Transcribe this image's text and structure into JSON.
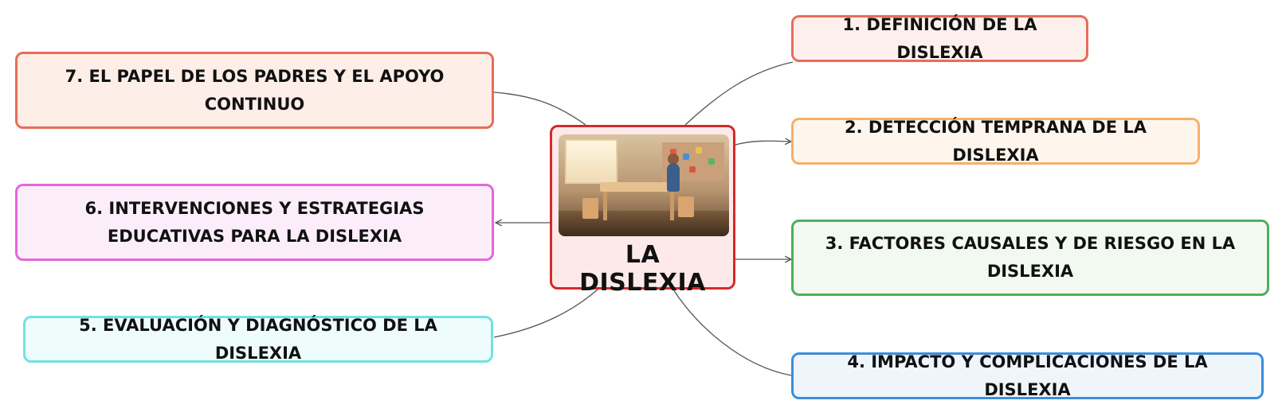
{
  "central": {
    "title": "LA DISLEXIA",
    "image_desc": "classroom-photo",
    "border_color": "#d42a2a"
  },
  "branches": [
    {
      "id": 1,
      "label": "1. DEFINICIÓN DE LA DISLEXIA",
      "color": "#ea6b5a"
    },
    {
      "id": 2,
      "label": "2. DETECCIÓN TEMPRANA DE LA DISLEXIA",
      "color": "#f5b16a"
    },
    {
      "id": 3,
      "label": "3. FACTORES CAUSALES Y DE RIESGO EN LA DISLEXIA",
      "color": "#4fae5c"
    },
    {
      "id": 4,
      "label": "4. IMPACTO Y COMPLICACIONES DE LA DISLEXIA",
      "color": "#3d8ed9"
    },
    {
      "id": 5,
      "label": "5. EVALUACIÓN Y DIAGNÓSTICO DE LA DISLEXIA",
      "color": "#6fe3e1"
    },
    {
      "id": 6,
      "label": "6. INTERVENCIONES Y ESTRATEGIAS EDUCATIVAS PARA LA DISLEXIA",
      "color": "#e467dc"
    },
    {
      "id": 7,
      "label": "7. EL PAPEL DE LOS PADRES Y EL APOYO CONTINUO",
      "color": "#e86c58"
    }
  ]
}
